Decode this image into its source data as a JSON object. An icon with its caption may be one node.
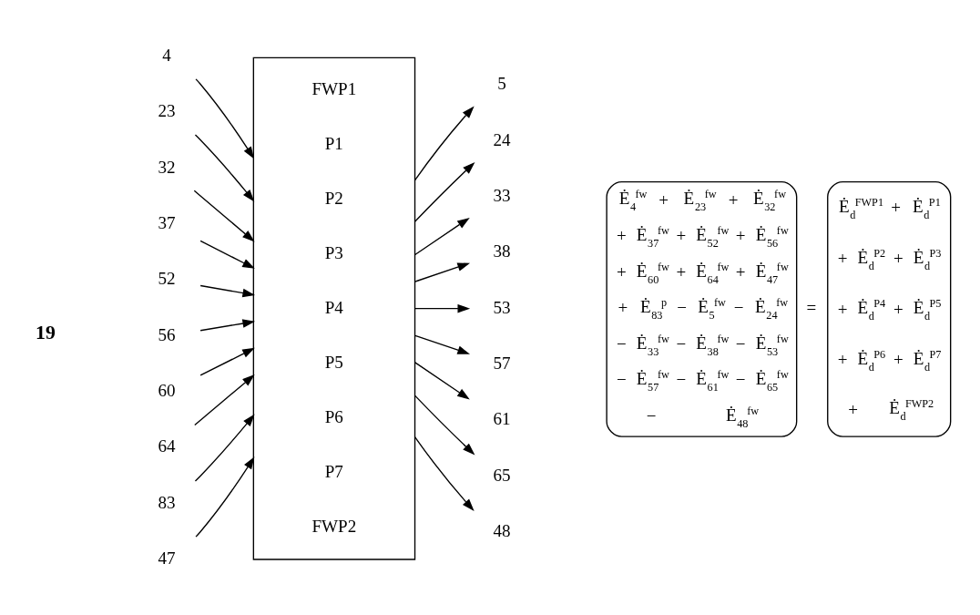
{
  "diagram": {
    "nodes": [
      {
        "text": [
          "FWP1",
          "P1",
          "P2",
          "P3",
          "P4",
          "P5",
          "P6",
          "P7",
          "FWP2"
        ]
      },
      {
        "text": [
          "4"
        ]
      },
      {
        "text": [
          "23"
        ]
      },
      {
        "text": [
          "32"
        ]
      },
      {
        "text": [
          "37"
        ]
      },
      {
        "text": [
          "52"
        ]
      },
      {
        "text": [
          "56"
        ]
      },
      {
        "text": [
          "60"
        ]
      },
      {
        "text": [
          "64"
        ]
      },
      {
        "text": [
          "83"
        ]
      },
      {
        "text": [
          "47"
        ]
      },
      {
        "text": [
          "5"
        ]
      },
      {
        "text": [
          "24"
        ]
      },
      {
        "text": [
          "33"
        ]
      },
      {
        "text": [
          "38"
        ]
      },
      {
        "text": [
          "53"
        ]
      },
      {
        "text": [
          "57"
        ]
      },
      {
        "text": [
          "61"
        ]
      },
      {
        "text": [
          "65"
        ]
      },
      {
        "text": [
          "48"
        ]
      }
    ],
    "edges": [
      {
        "from": 1,
        "to": 0,
        "arrow": "to"
      },
      {
        "from": 2,
        "to": 0,
        "arrow": "to"
      },
      {
        "from": 3,
        "to": 0,
        "arrow": "to"
      },
      {
        "from": 4,
        "to": 0,
        "arrow": "to"
      },
      {
        "from": 5,
        "to": 0,
        "arrow": "to"
      },
      {
        "from": 6,
        "to": 0,
        "arrow": "to"
      },
      {
        "from": 7,
        "to": 0,
        "arrow": "to"
      },
      {
        "from": 8,
        "to": 0,
        "arrow": "to"
      },
      {
        "from": 9,
        "to": 0,
        "arrow": "to"
      },
      {
        "from": 10,
        "to": 0,
        "arrow": "to"
      },
      {
        "from": 0,
        "to": 11,
        "arrow": "to"
      },
      {
        "from": 0,
        "to": 12,
        "arrow": "to"
      },
      {
        "from": 0,
        "to": 13,
        "arrow": "to"
      },
      {
        "from": 0,
        "to": 14,
        "arrow": "to"
      },
      {
        "from": 0,
        "to": 15,
        "arrow": "to"
      },
      {
        "from": 0,
        "to": 16,
        "arrow": "to"
      },
      {
        "from": 0,
        "to": 17,
        "arrow": "to"
      },
      {
        "from": 0,
        "to": 18,
        "arrow": "to"
      },
      {
        "from": 0,
        "to": 19,
        "arrow": "to"
      }
    ],
    "labels": [
      "19",
      "Ė$_{4}$$^{fw}$ + Ė$_{23}$$^{fw}$ + Ė$_{32}$$^{fw}$",
      "+ Ė$_{37}$$^{fw}$ + Ė$_{52}$$^{fw}$ + Ė$_{56}$$^{fw}$",
      "+ Ė$_{60}$$^{fw}$ + Ė$_{64}$$^{fw}$ + Ė$_{47}$$^{fw}$",
      "+ Ė$_{83}$$^{p}$ − Ė$_{5}$$^{fw}$ − Ė$_{24}$$^{fw}$",
      "− Ė$_{33}$$^{fw}$ − Ė$_{38}$$^{fw}$ − Ė$_{53}$$^{fw}$",
      "− Ė$_{57}$$^{fw}$ − Ė$_{61}$$^{fw}$ − Ė$_{65}$$^{fw}$",
      "− Ė$_{48}$$^{fw}$",
      "=",
      "Ė$_{d}$$^{FWP1}$ + Ė$_{d}$$^{P1}$",
      "+ Ė$_{d}$$^{P2}$ + Ė$_{d}$$^{P3}$",
      "+ Ė$_{d}$$^{P4}$ + Ė$_{d}$$^{P5}$",
      "+ Ė$_{d}$$^{P6}$ + Ė$_{d}$$^{P7}$",
      "+ Ė$_{d}$$^{FWP2}$"
    ]
  }
}
